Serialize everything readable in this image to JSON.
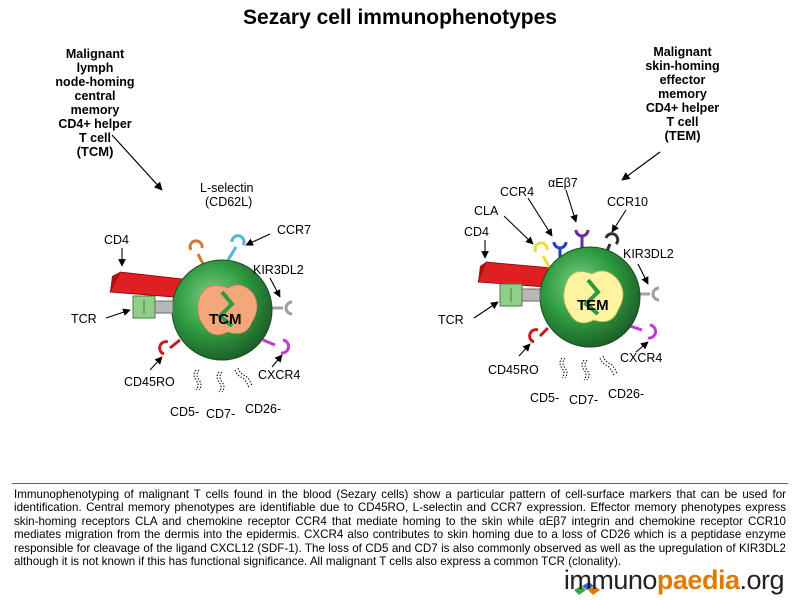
{
  "title": "Sezary cell immunophenotypes",
  "left_cell": {
    "title_lines": [
      "Malignant",
      "lymph",
      "node-homing",
      "central",
      "memory",
      "CD4+ helper",
      "T cell"
    ],
    "subtype": "(TCM)",
    "nucleus_label": "TCM",
    "labels": {
      "cd4": "CD4",
      "lselectin": "L-selectin",
      "cd62l": "(CD62L)",
      "ccr7": "CCR7",
      "kir3dl2": "KIR3DL2",
      "tcr": "TCR",
      "cd45ro": "CD45RO",
      "cxcr4": "CXCR4",
      "cd5": "CD5-",
      "cd7": "CD7-",
      "cd26": "CD26-"
    }
  },
  "right_cell": {
    "title_lines": [
      "Malignant",
      "skin-homing",
      "effector",
      "memory",
      "CD4+ helper",
      "T cell"
    ],
    "subtype": "(TEM)",
    "nucleus_label": "TEM",
    "labels": {
      "ccr4": "CCR4",
      "aeb7": "αEβ7",
      "cla": "CLA",
      "ccr10": "CCR10",
      "cd4": "CD4",
      "kir3dl2": "KIR3DL2",
      "tcr": "TCR",
      "cd45ro": "CD45RO",
      "cxcr4": "CXCR4",
      "cd5": "CD5-",
      "cd7": "CD7-",
      "cd26": "CD26-"
    }
  },
  "description": "Immunophenotyping of malignant T cells found in the blood (Sezary cells) show a particular pattern of cell-surface markers that can be used for identification. Central memory phenotypes are identifiable due to CD45RO, L-selectin and CCR7 expression. Effector memory phenotypes express skin-homing receptors CLA and chemokine receptor CCR4 that mediate homing to the skin while αEβ7 integrin and chemokine receptor CCR10 mediates migration from the dermis into the epidermis. CXCR4 also contributes to skin homing due to a loss of CD26 which is a peptidase enzyme responsible for cleavage of the ligand CXCL12 (SDF-1). The loss of CD5 and CD7 is also commonly observed as well as the upregulation of KIR3DL2 although it is not known if this has functional significance. All malignant T cells also express a common TCR (clonality).",
  "logo": {
    "part1": "immuno",
    "part2": "paedia",
    "part3": ".org"
  },
  "colors": {
    "cell_green": "#2e8b3a",
    "tcm_nucleus": "#f4a77a",
    "tem_nucleus": "#fdf3a0",
    "cd4_red": "#e02020",
    "divider": "#c0392b"
  }
}
